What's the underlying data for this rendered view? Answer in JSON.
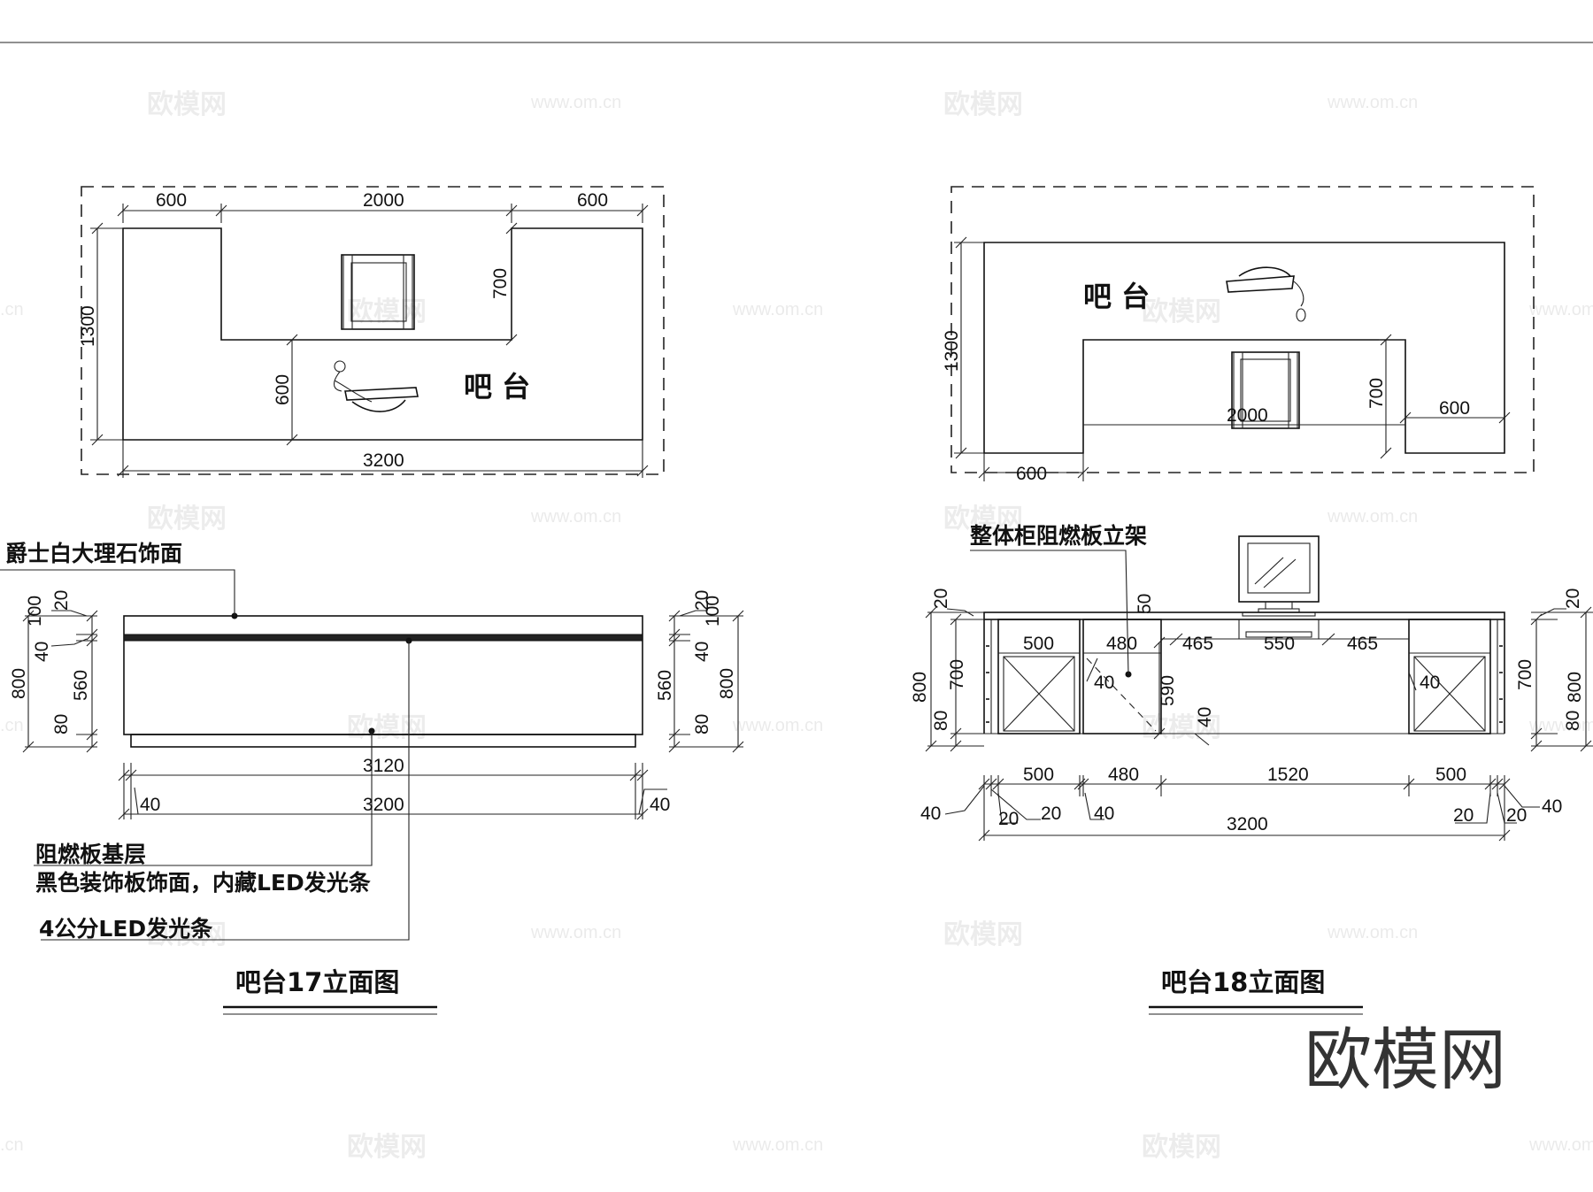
{
  "plan17": {
    "dims": [
      "600",
      "2000",
      "600",
      "1300",
      "700",
      "600",
      "3200"
    ],
    "room_label": "吧 台"
  },
  "plan18": {
    "dims": [
      "1300",
      "700",
      "600",
      "2000",
      "600"
    ],
    "room_label": "吧 台"
  },
  "elev17": {
    "callouts": [
      "爵士白大理石饰面",
      "阻燃板基层",
      "黑色装饰板饰面，内藏LED发光条",
      "4公分LED发光条"
    ],
    "left_dims": [
      "20",
      "100",
      "40",
      "800",
      "560",
      "80"
    ],
    "right_dims": [
      "20",
      "100",
      "40",
      "560",
      "800",
      "80"
    ],
    "bottom_dims": [
      "3120",
      "40",
      "3200",
      "40"
    ],
    "title": "吧台17立面图"
  },
  "elev18": {
    "callouts": [
      "整体柜阻燃板立架"
    ],
    "left_dims": [
      "20",
      "800",
      "700",
      "80"
    ],
    "right_dims": [
      "20",
      "700",
      "800",
      "80"
    ],
    "inner_dims": [
      "500",
      "480",
      "465",
      "550",
      "465",
      "40",
      "590",
      "40",
      "40",
      "50"
    ],
    "bottom_dims": [
      "500",
      "480",
      "1520",
      "500",
      "40",
      "20",
      "20",
      "40",
      "20",
      "20",
      "40",
      "3200"
    ],
    "title": "吧台18立面图"
  },
  "watermark": {
    "cn": "欧模网",
    "url": "www.om.cn",
    "frag": ".cn"
  },
  "logo": "欧模网"
}
